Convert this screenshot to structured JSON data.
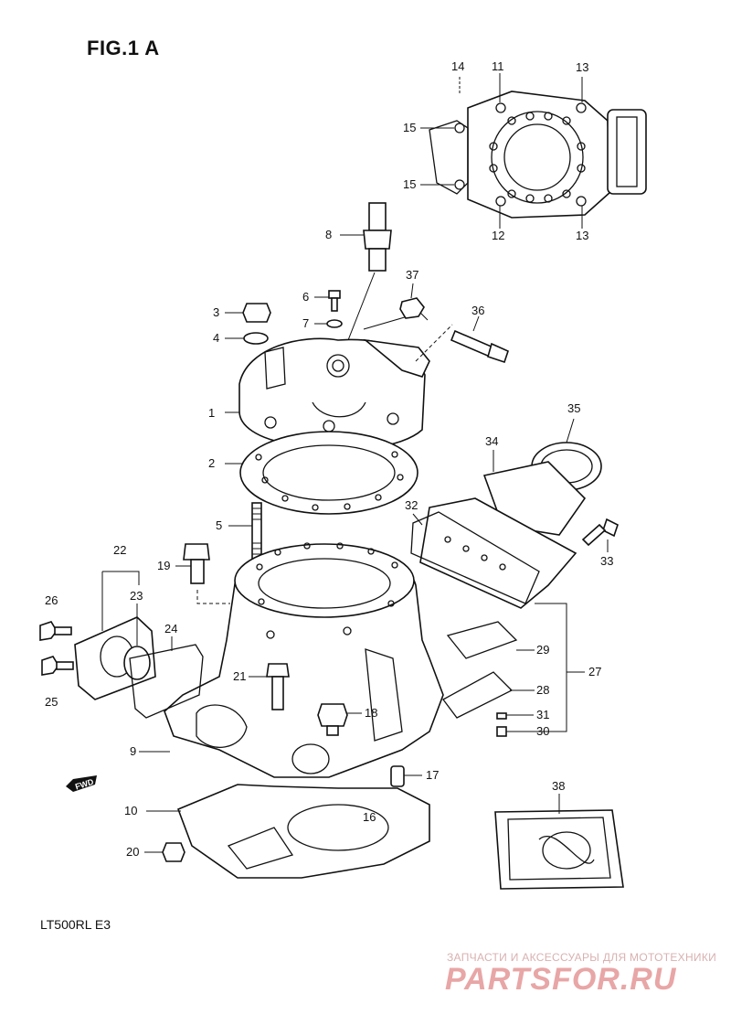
{
  "header": {
    "title": "FIG.1 A"
  },
  "footer": {
    "model": "LT500RL  E3"
  },
  "watermark": {
    "tagline": "ЗАПЧАСТИ И АКСЕССУАРЫ ДЛЯ МОТОТЕХНИКИ",
    "logo": "PARTSFOR.RU"
  },
  "direction_marker": {
    "label": "FWD"
  },
  "callouts": [
    "1",
    "2",
    "3",
    "4",
    "5",
    "6",
    "7",
    "8",
    "9",
    "10",
    "11",
    "12",
    "13",
    "13",
    "14",
    "15",
    "15",
    "16",
    "17",
    "18",
    "19",
    "20",
    "21",
    "22",
    "23",
    "24",
    "25",
    "26",
    "27",
    "28",
    "29",
    "30",
    "31",
    "32",
    "33",
    "34",
    "35",
    "36",
    "37",
    "38"
  ]
}
